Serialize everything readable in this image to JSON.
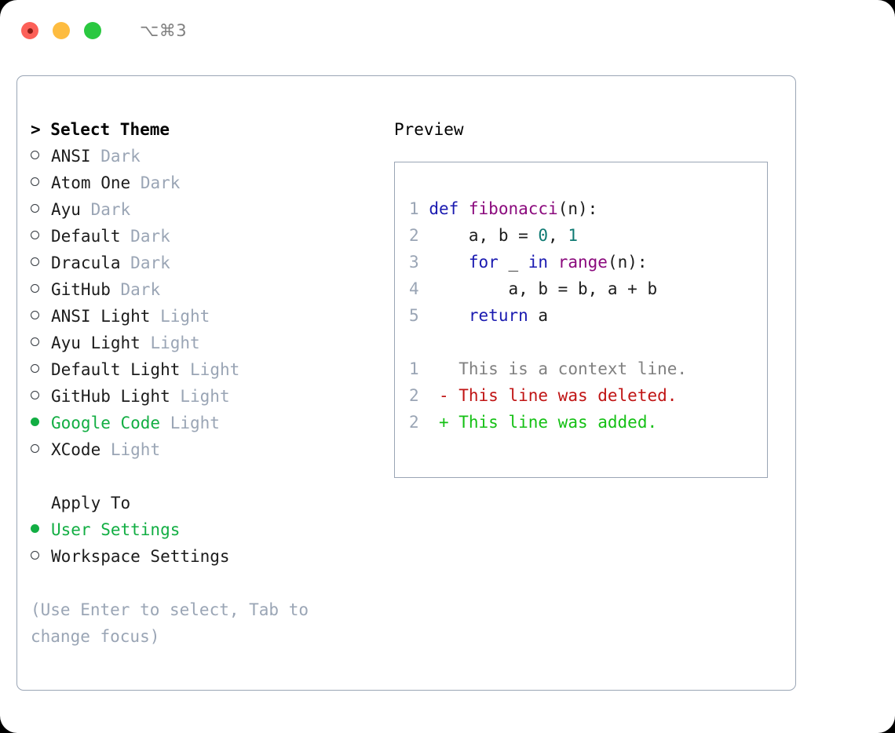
{
  "titlebar": {
    "shortcut": "⌥⌘3",
    "lights": [
      {
        "name": "close",
        "color": "#fc6058"
      },
      {
        "name": "minimize",
        "color": "#fdbc40"
      },
      {
        "name": "zoom",
        "color": "#2ac840"
      }
    ]
  },
  "theme_list": {
    "header": "Select Theme",
    "caret": "> ",
    "marker_unselected": "o ",
    "items": [
      {
        "name": "ANSI",
        "variant": "Dark",
        "selected": false
      },
      {
        "name": "Atom One",
        "variant": "Dark",
        "selected": false
      },
      {
        "name": "Ayu",
        "variant": "Dark",
        "selected": false
      },
      {
        "name": "Default",
        "variant": "Dark",
        "selected": false
      },
      {
        "name": "Dracula",
        "variant": "Dark",
        "selected": false
      },
      {
        "name": "GitHub",
        "variant": "Dark",
        "selected": false
      },
      {
        "name": "ANSI Light",
        "variant": "Light",
        "selected": false
      },
      {
        "name": "Ayu Light",
        "variant": "Light",
        "selected": false
      },
      {
        "name": "Default Light",
        "variant": "Light",
        "selected": false
      },
      {
        "name": "GitHub Light",
        "variant": "Light",
        "selected": false
      },
      {
        "name": "Google Code",
        "variant": "Light",
        "selected": true
      },
      {
        "name": "XCode",
        "variant": "Light",
        "selected": false
      }
    ]
  },
  "apply_to": {
    "header": "Apply To",
    "items": [
      {
        "name": "User Settings",
        "selected": true
      },
      {
        "name": "Workspace Settings",
        "selected": false
      }
    ]
  },
  "hint": "(Use Enter to select, Tab to change focus)",
  "preview": {
    "title": "Preview",
    "code_lines": [
      {
        "number": "1",
        "tokens": [
          {
            "text": "def ",
            "type": "kw"
          },
          {
            "text": "fibonacci",
            "type": "fn"
          },
          {
            "text": "(n):",
            "type": "plain"
          }
        ]
      },
      {
        "number": "2",
        "tokens": [
          {
            "text": "    a, b = ",
            "type": "plain"
          },
          {
            "text": "0",
            "type": "num"
          },
          {
            "text": ", ",
            "type": "plain"
          },
          {
            "text": "1",
            "type": "num"
          }
        ]
      },
      {
        "number": "3",
        "tokens": [
          {
            "text": "    ",
            "type": "plain"
          },
          {
            "text": "for",
            "type": "kw"
          },
          {
            "text": " _ ",
            "type": "plain"
          },
          {
            "text": "in",
            "type": "kw"
          },
          {
            "text": " ",
            "type": "plain"
          },
          {
            "text": "range",
            "type": "fn"
          },
          {
            "text": "(n):",
            "type": "plain"
          }
        ]
      },
      {
        "number": "4",
        "tokens": [
          {
            "text": "        a, b = b, a + b",
            "type": "plain"
          }
        ]
      },
      {
        "number": "5",
        "tokens": [
          {
            "text": "    ",
            "type": "plain"
          },
          {
            "text": "return",
            "type": "kw"
          },
          {
            "text": " a",
            "type": "plain"
          }
        ]
      }
    ],
    "diff_lines": [
      {
        "number": "1",
        "marker": "  ",
        "text": "This is a context line.",
        "type": "context"
      },
      {
        "number": "2",
        "marker": "- ",
        "text": "This line was deleted.",
        "type": "del"
      },
      {
        "number": "2",
        "marker": "+ ",
        "text": "This line was added.",
        "type": "add"
      }
    ]
  },
  "colors": {
    "accent_green": "#12ae43",
    "muted": "#9aa5b5",
    "keyword": "#1a1ab0",
    "function": "#8b0a7d",
    "number": "#0f7a73",
    "diff_delete": "#c01414",
    "diff_add": "#14c014",
    "border": "#9aa5b5"
  }
}
